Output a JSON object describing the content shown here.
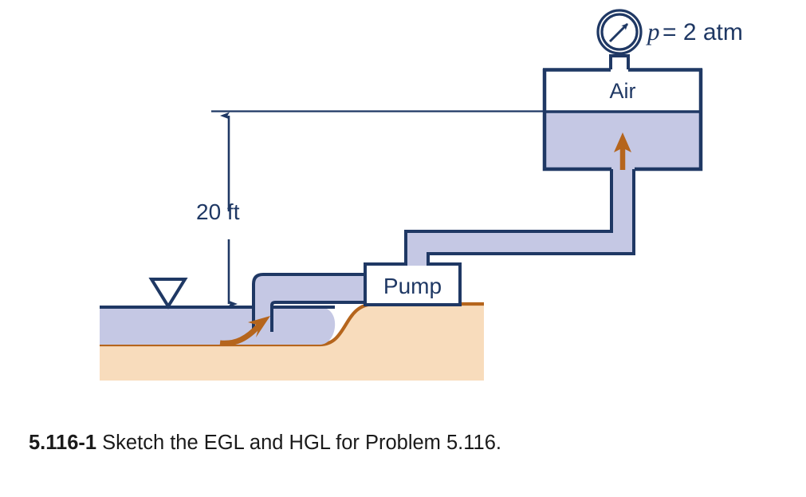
{
  "figure": {
    "title_caption": {
      "number": "5.116-1",
      "text": " Sketch the EGL and HGL for Problem 5.116."
    },
    "labels": {
      "tank_gas": "Air",
      "pump": "Pump",
      "elevation": "20 ft",
      "pressure_symbol": "p",
      "pressure_value": "= 2 atm"
    },
    "colors": {
      "stroke_navy": "#1f3864",
      "water_fill": "#c5c8e4",
      "ground_fill": "#f8dcbc",
      "ground_stroke": "#b5651d",
      "flow_arrow": "#b5651d",
      "tank_air_fill": "#ffffff",
      "caption_text": "#1a1a1a"
    },
    "elements": {
      "pressure_gauge": "pressure-gauge",
      "tank": "pressurized-tank",
      "pump_box": "pump-unit",
      "intake_pipe": "suction-pipe",
      "discharge_pipe": "discharge-pipe",
      "riser_pipe": "vertical-riser",
      "reservoir": "open-reservoir",
      "free_surface_marker": "free-surface-triangle",
      "datum_line": "elevation-reference-line",
      "dimension_arrow": "elevation-dimension"
    }
  }
}
